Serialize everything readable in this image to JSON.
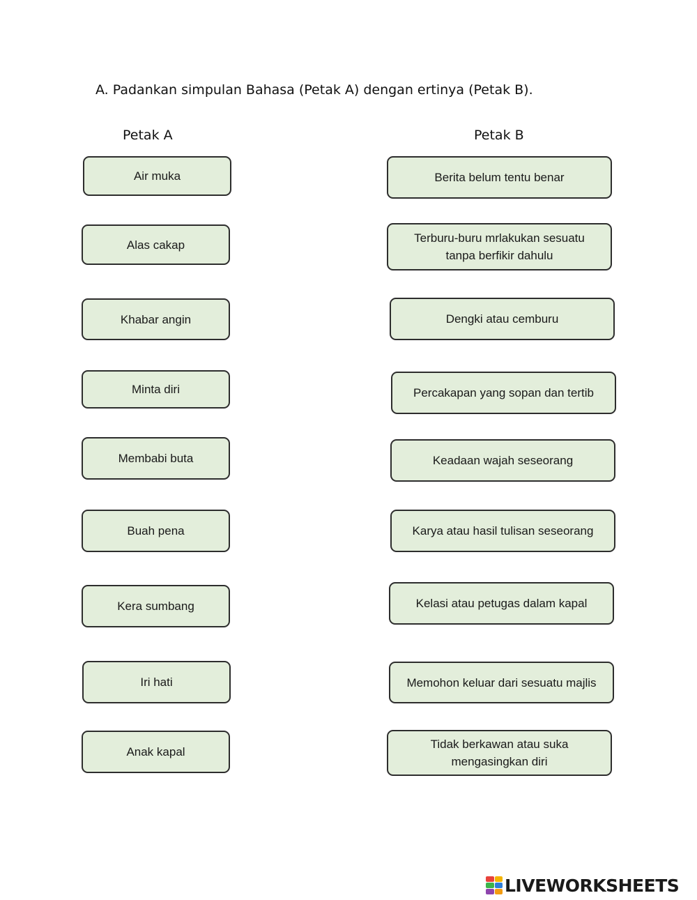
{
  "instruction": "A.  Padankan simpulan Bahasa (Petak A) dengan ertinya (Petak B).",
  "column_a": {
    "header": "Petak A",
    "items": [
      "Air muka",
      "Alas cakap",
      "Khabar angin",
      "Minta diri",
      "Membabi buta",
      "Buah pena",
      "Kera sumbang",
      "Iri hati",
      "Anak kapal"
    ]
  },
  "column_b": {
    "header": "Petak B",
    "items": [
      "Berita belum tentu benar",
      "Terburu-buru mrlakukan sesuatu\ntanpa berfikir dahulu",
      "Dengki atau cemburu",
      "Percakapan yang sopan dan tertib",
      "Keadaan wajah seseorang",
      "Karya atau hasil tulisan seseorang",
      "Kelasi atau petugas dalam kapal",
      "Memohon keluar dari sesuatu majlis",
      "Tidak berkawan atau suka\nmengasingkan diri"
    ]
  },
  "colors": {
    "box_fill": "#e3eedb",
    "box_border": "#2d2d2d"
  },
  "footer": {
    "logo_text": "LIVEWORKSHEETS",
    "logo_icon": "liveworksheets-logo-icon"
  }
}
